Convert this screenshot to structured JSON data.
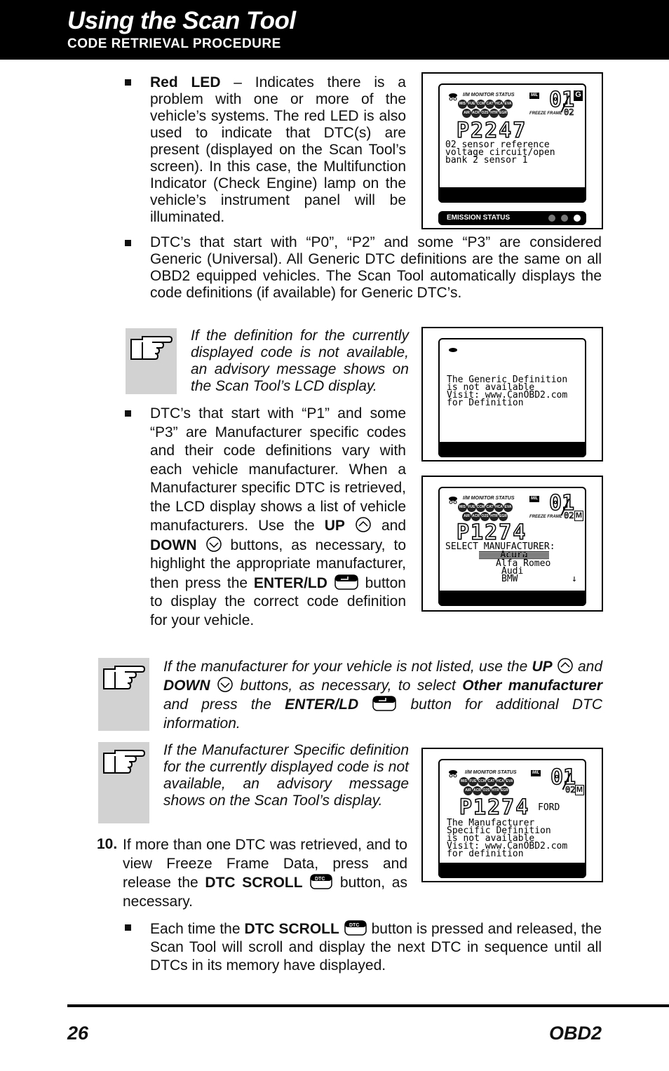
{
  "header": {
    "title": "Using the Scan Tool",
    "subtitle": "CODE RETRIEVAL PROCEDURE"
  },
  "bullet_red_led": {
    "term": "Red LED",
    "text": " – Indicates there is a problem with one or more of the vehicle’s systems. The red LED is also used to indicate that DTC(s) are present (displayed on the Scan Tool’s screen). In this case, the Multifunction Indicator (Check Engine) lamp on the vehicle’s instrument panel will be illuminated."
  },
  "bullet_generic": {
    "text": "DTC’s that start with “P0”, “P2” and some “P3” are considered Generic (Universal). All Generic DTC definitions are the same on all OBD2 equipped vehicles. The Scan Tool automatically displays the code definitions (if available) for Generic DTC’s."
  },
  "note_generic": {
    "text": "If the definition for the currently displayed code is not available, an advisory message shows on the Scan Tool’s LCD display."
  },
  "bullet_manufacturer": {
    "text1": "DTC’s that start with “P1” and some “P3” are Manufacturer specific codes and their code definitions vary with each vehicle manufacturer. When a Manufacturer specific DTC is retrieved, the LCD display shows a list of vehicle manufacturers. Use the ",
    "up": "UP",
    "and": " and ",
    "down": "DOWN",
    "text2": " buttons, as necessary, to highlight the appropriate manufacturer, then press the ",
    "enter": "ENTER/LD",
    "text3": " button to display the correct code definition for your vehicle."
  },
  "note_not_listed": {
    "t1": "If the manufacturer for your vehicle is not listed, use the ",
    "up": "UP",
    "t2": " and ",
    "down": "DOWN",
    "t3": " buttons, as necessary, to select ",
    "other": "Other manufacturer",
    "t4": " and press the ",
    "enter": "ENTER/LD",
    "t5": " button for additional DTC information."
  },
  "note_specific": {
    "text": "If the Manufacturer Specific definition for the currently displayed code is not available, an advisory message shows on the Scan Tool’s display."
  },
  "step10": {
    "number": "10.",
    "t1": "If more than one DTC was retrieved, and to view Freeze Frame Data, press and release the ",
    "dtc": "DTC SCROLL",
    "t2": " button, as necessary."
  },
  "bullet_scroll": {
    "t1": "Each time the ",
    "dtc": "DTC SCROLL",
    "t2": " button is pressed and released, the Scan Tool will scroll and display the next DTC in sequence until all DTCs in its memory have displayed."
  },
  "lcd1": {
    "monitor_label": "I/M MONITOR STATUS",
    "row1": [
      "MIS",
      "FUE",
      "CCM",
      "CAT",
      "HCA",
      "EVA"
    ],
    "row2": [
      "AIR",
      "ACR",
      "O2S",
      "HTR",
      "EGR"
    ],
    "mil": "MIL",
    "num": "01",
    "num2": "02",
    "badge": "G",
    "freeze": "FREEZE FRAME",
    "code": "P2247",
    "def": "02 sensor reference\nvoltage circuit/open\nbank 2 sensor 1",
    "emission": "EMISSION STATUS"
  },
  "lcd2": {
    "msg": "The Generic Definition\nis not available\nVisit: www.CanOBD2.com\nfor Definition"
  },
  "lcd3": {
    "monitor_label": "I/M MONITOR STATUS",
    "mil": "MIL",
    "num": "01",
    "num2": "02",
    "badge": "M",
    "freeze": "FREEZE FRAME",
    "code": "P1274",
    "select": "SELECT MANUFACTURER:",
    "highlight": "Acura",
    "items": [
      "Alfa Romeo",
      "Audi",
      "BMW"
    ],
    "arrow": "↓"
  },
  "lcd4": {
    "monitor_label": "I/M MONITOR STATUS",
    "mil": "MIL",
    "num": "01",
    "num2": "02",
    "badge": "M",
    "code": "P1274",
    "make": "FORD",
    "msg": "The Manufacturer\nSpecific Definition\nis not available\nVisit: www.CanOBD2.com\nfor definition"
  },
  "footer": {
    "page": "26",
    "label": "OBD2"
  }
}
